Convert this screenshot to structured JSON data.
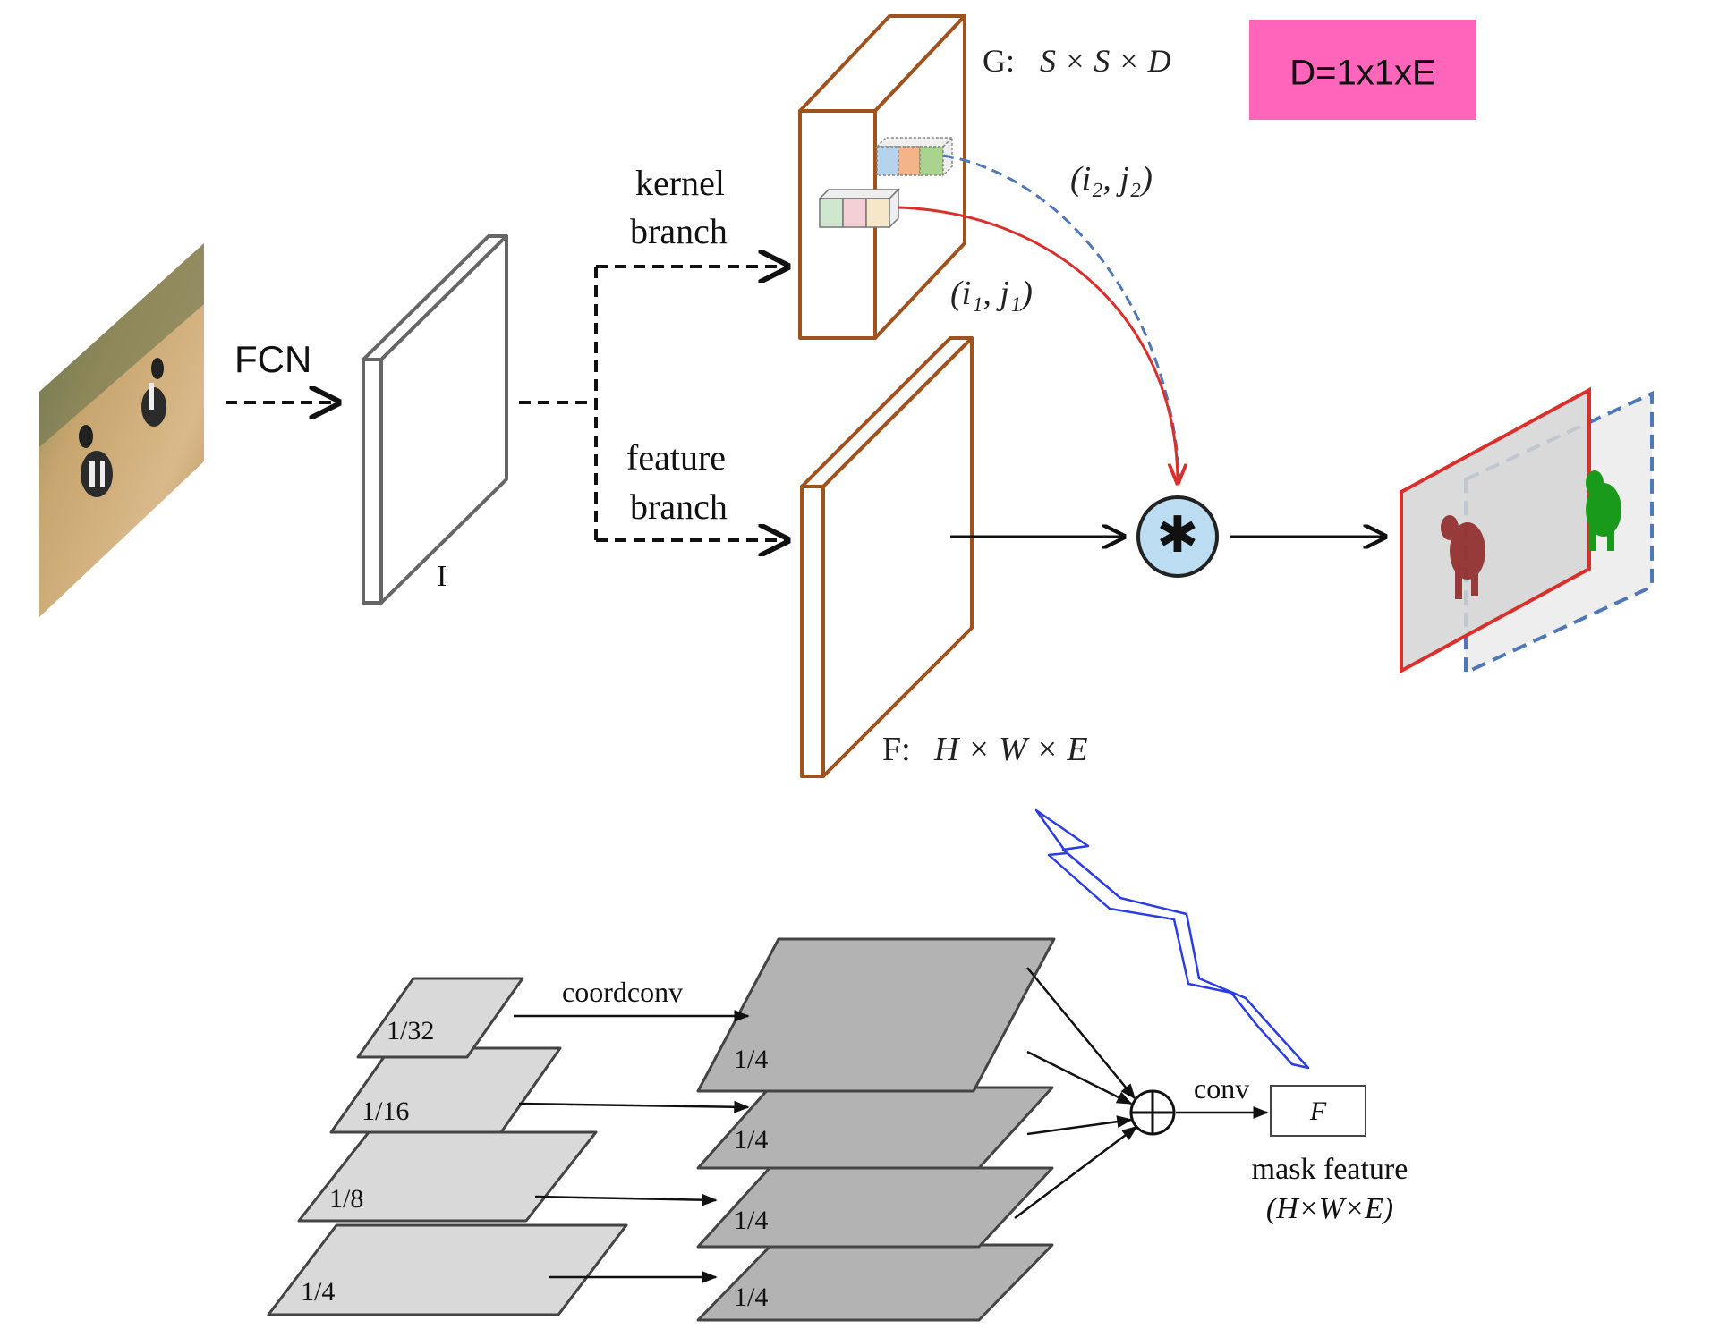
{
  "top": {
    "fcn_label": "FCN",
    "i_label": "I",
    "kernel_branch_line1": "kernel",
    "kernel_branch_line2": "branch",
    "feature_branch_line1": "feature",
    "feature_branch_line2": "branch",
    "g_prefix": "G:",
    "g_math": "S × S × D",
    "d_box": "D=1x1xE",
    "i1j1": "(i₁, j₁)",
    "i2j2": "(i₂, j₂)",
    "f_prefix": "F:",
    "f_math": "H × W × E",
    "conv_operator": "✱"
  },
  "bottom": {
    "coordconv": "coordconv",
    "pyramid_left": [
      "1/32",
      "1/16",
      "1/8",
      "1/4"
    ],
    "pyramid_right": [
      "1/4",
      "1/4",
      "1/4",
      "1/4"
    ],
    "conv": "conv",
    "f_box": "F",
    "mask_feature_line1": "mask feature",
    "mask_feature_line2": "(H×W×E)"
  },
  "colors": {
    "brown": "#a0521e",
    "red": "#d9302c",
    "blue_dashed": "#4f78b8",
    "arrow_blue": "#2b3de0",
    "pink_box": "#ff66bb",
    "op_circle": "#bcdcf2",
    "gray_light": "#d9d9d9",
    "gray_dark": "#b3b3b3"
  }
}
